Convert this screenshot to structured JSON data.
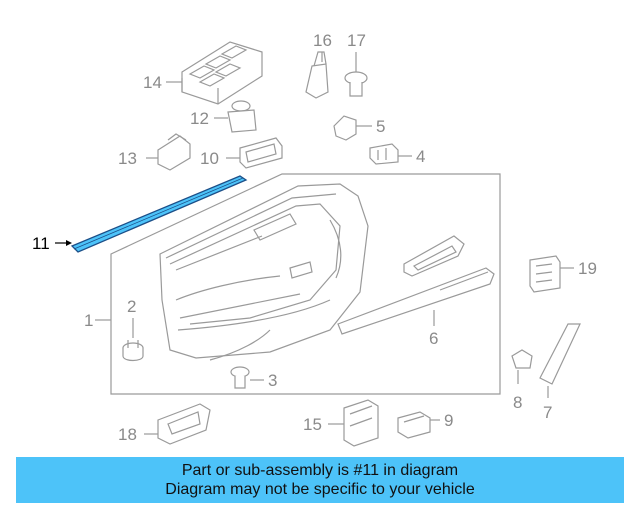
{
  "callouts": {
    "c1": "1",
    "c2": "2",
    "c3": "3",
    "c4": "4",
    "c5": "5",
    "c6": "6",
    "c7": "7",
    "c8": "8",
    "c9": "9",
    "c10": "10",
    "c11": "11",
    "c12": "12",
    "c13": "13",
    "c14": "14",
    "c15": "15",
    "c16": "16",
    "c17": "17",
    "c18": "18",
    "c19": "19"
  },
  "highlight": {
    "part": "11",
    "color": "#4dc3f9"
  },
  "banner": {
    "line1": "Part or sub-assembly is #11 in diagram",
    "line2": "Diagram may not be specific to your vehicle",
    "background": "#4dc3f9"
  }
}
